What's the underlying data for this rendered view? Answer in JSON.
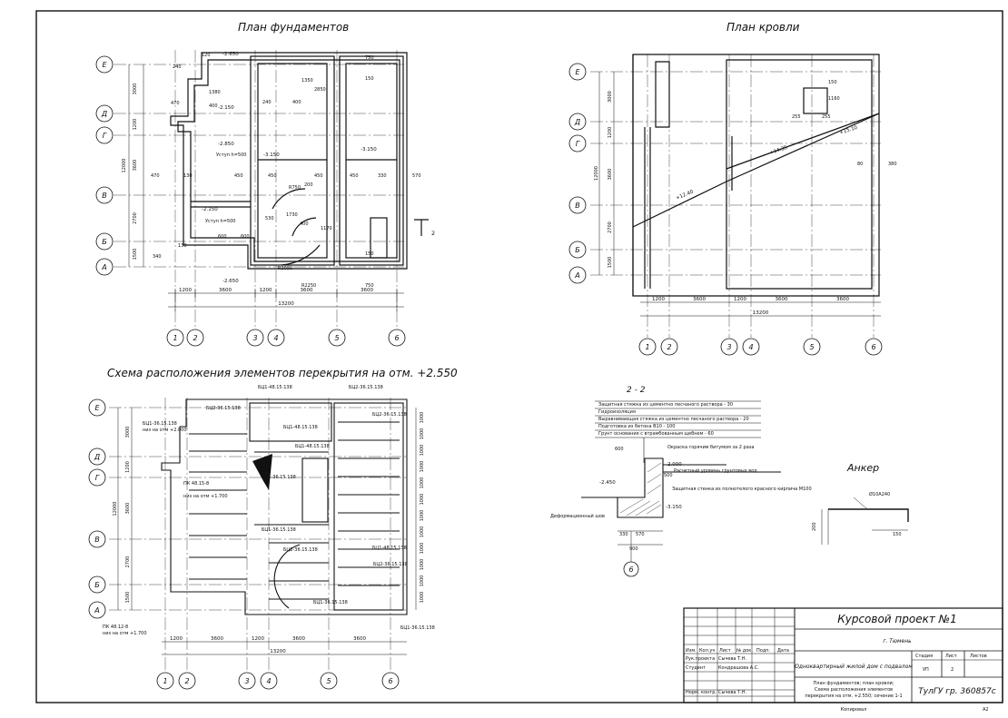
{
  "titles": {
    "foundation": "План фундаментов",
    "roof": "План кровли",
    "floor": "Схема расположения элементов перекрытия на отм. +2.550",
    "section": "2 - 2",
    "anchor": "Анкер"
  },
  "axes": {
    "letters": [
      "Е",
      "Д",
      "Г",
      "В",
      "Б",
      "А"
    ],
    "numbers": [
      "1",
      "2",
      "3",
      "4",
      "5",
      "6"
    ],
    "bays": [
      "1200",
      "3600",
      "1200",
      "3600",
      "3600"
    ],
    "total_width": "13200",
    "rows": [
      "3000",
      "1200",
      "3600",
      "2700",
      "1500"
    ],
    "total_height": "12000"
  },
  "foundation": {
    "elevations": [
      "-2.650",
      "-2.150",
      "-2.850",
      "-3.150",
      "-3.150",
      "-2.150",
      "-2.650"
    ],
    "steps": [
      "Уступ h=500",
      "Уступ h=500"
    ],
    "dims": [
      "240",
      "120",
      "470",
      "1380",
      "400",
      "240",
      "400",
      "1350",
      "2850",
      "150",
      "750",
      "470",
      "130",
      "450",
      "450",
      "450",
      "450",
      "330",
      "570",
      "R750",
      "200",
      "530",
      "1730",
      "400",
      "1170",
      "340",
      "130",
      "R1050",
      "R2250",
      "600",
      "600",
      "150",
      "750",
      "2"
    ]
  },
  "roof": {
    "elevations": [
      "+12.40",
      "+14.35",
      "+15.10"
    ],
    "dims": [
      "255",
      "255",
      "1160",
      "150",
      "80",
      "380"
    ]
  },
  "floor": {
    "labels": [
      "БЦ2-36.15.138",
      "БЦ1-48.15.138",
      "БЦ2-36.15.138",
      "БЦ2-36.15.138",
      "БЦ1-36.15.138",
      "низ на отм +2.000",
      "БЦ1-48.15.138",
      "БЦ1-48.15.138",
      "ПК 48.15-8",
      "низ на отм +1.700",
      "БЦ1-36.15.138",
      "БЦ1-36.15.138",
      "БЦ2-36.15.138",
      "БЦ1-36.15.138",
      "БЦ2-36.15.138",
      "БЦ1-48.15.138",
      "БЦ1-36.15.138",
      "ПК 48.12-8",
      "низ на отм +1.700"
    ],
    "right_dims": [
      "1000",
      "1000",
      "1000",
      "1000",
      "1000",
      "1000",
      "1000",
      "1000",
      "1000",
      "1000",
      "1000",
      "1000"
    ]
  },
  "section": {
    "layers": [
      "Защитная стяжка из цементно песчаного раствора - 30",
      "Гидроизоляция",
      "Выравнивающая стяжка из цементно песчаного раствора - 20",
      "Подготовка из бетона В10 - 100",
      "Грунт основания с втрамбованным щебнем - 60"
    ],
    "notes": [
      "Окраска горячим битумом за 2 раза",
      "Расчетный уровень грунтовых вод",
      "Защитная стенка из полнотелого красного кирпича М100",
      "Деформационный шов"
    ],
    "elevations": [
      "-2.450",
      "-2.000",
      "-3.150"
    ],
    "dims": [
      "600",
      "500",
      "330",
      "570",
      "900"
    ],
    "axis": "6"
  },
  "anchor": {
    "rebar": "Ø10А240",
    "dims": [
      "200",
      "150"
    ]
  },
  "title_block": {
    "project": "Курсовой проект №1",
    "city": "г. Тюмень",
    "building": "Одноквартирный жилой дом с подвалом",
    "headers": [
      "Изм.",
      "Кол.уч",
      "Лист",
      "№ док.",
      "Подп.",
      "Дата"
    ],
    "roles": [
      {
        "role": "Рук.проекта",
        "name": "Сычева Т.Н."
      },
      {
        "role": "Студент",
        "name": "Кондрашова А.С."
      },
      {
        "role": "Норм. контр.",
        "name": "Сычева Т.Н."
      }
    ],
    "stage_headers": [
      "Стадия",
      "Лист",
      "Листов"
    ],
    "stage": "УП",
    "sheet_no": "2",
    "sheets": "",
    "description": [
      "План фундаментов; план кровли;",
      "Схема расположения элементов",
      "перекрытия на отм. +2.550; сечение 1-1"
    ],
    "org": "ТулГУ гр. 360857с",
    "copied": "Копировал",
    "format": "А2"
  }
}
